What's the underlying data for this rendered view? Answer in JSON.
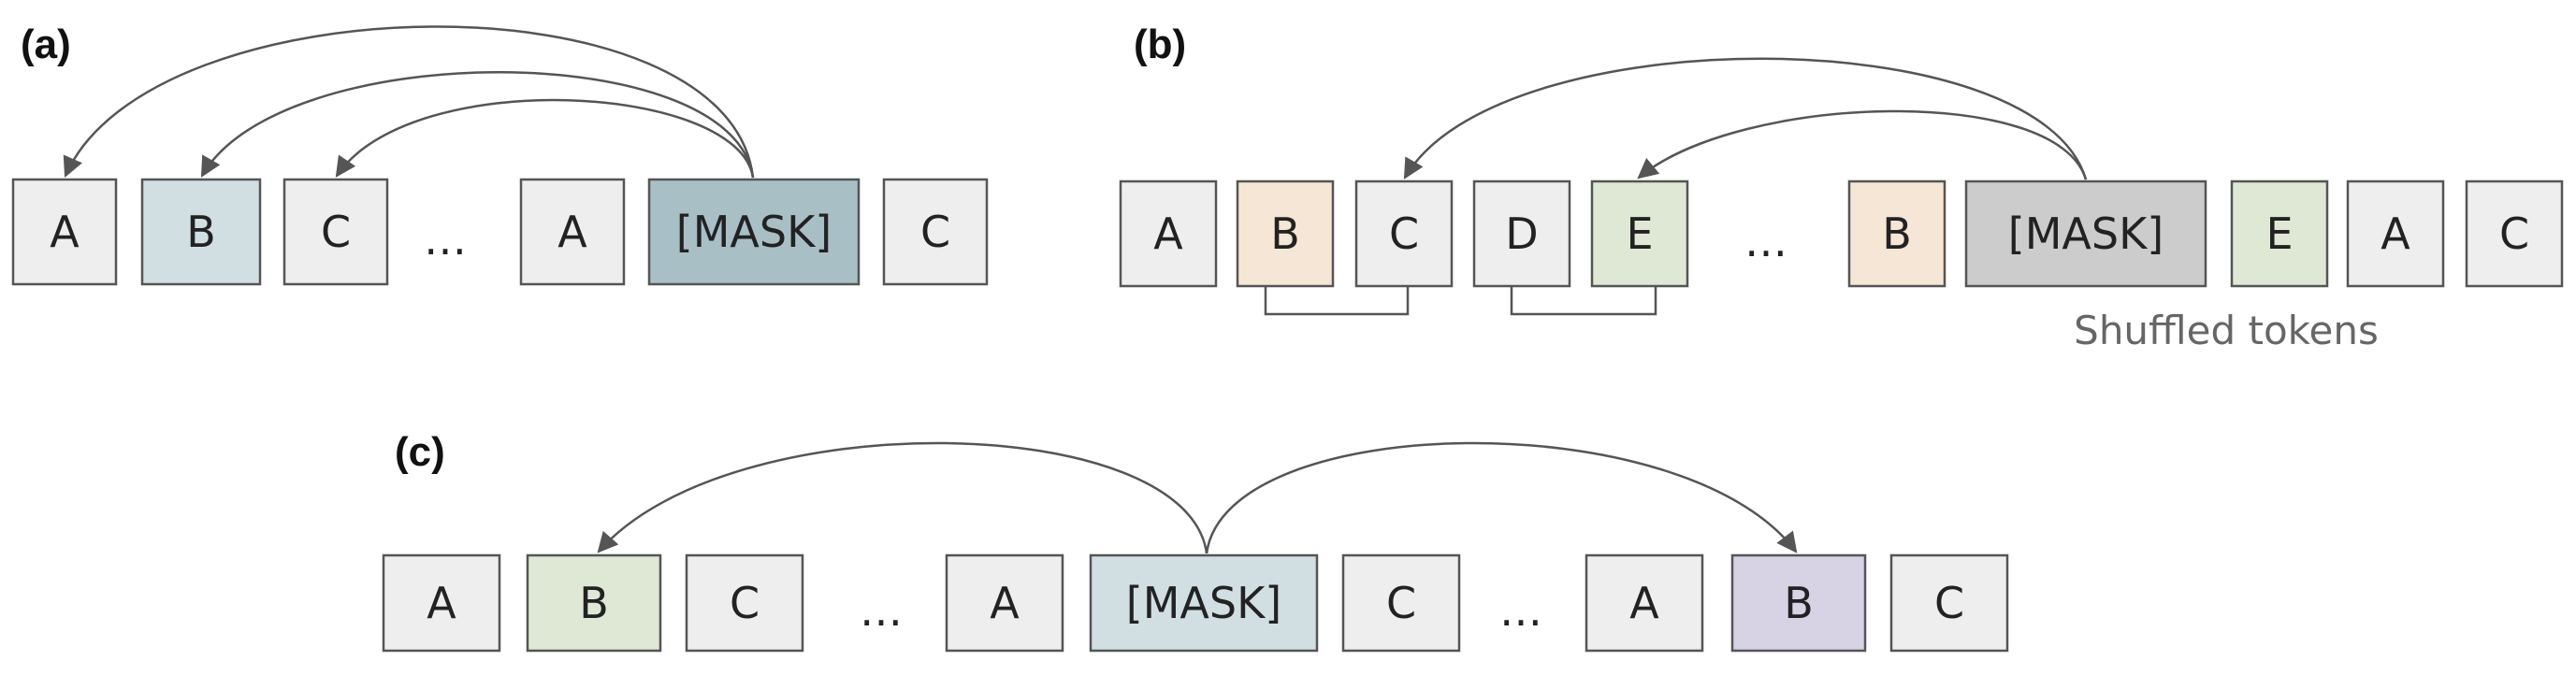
{
  "panel_a": {
    "label": "(a)",
    "tokens": [
      {
        "text": "A",
        "color": "#eeeeee"
      },
      {
        "text": "B",
        "color": "#d1dfe3"
      },
      {
        "text": "C",
        "color": "#eeeeee"
      },
      {
        "text": "…",
        "ellipsis": true
      },
      {
        "text": "A",
        "color": "#eeeeee"
      },
      {
        "text": "[MASK]",
        "color": "#a9bfc6"
      },
      {
        "text": "C",
        "color": "#eeeeee"
      }
    ]
  },
  "panel_b": {
    "label": "(b)",
    "tokens": [
      {
        "text": "A",
        "color": "#eeeeee"
      },
      {
        "text": "B",
        "color": "#f6e6d5"
      },
      {
        "text": "C",
        "color": "#eeeeee"
      },
      {
        "text": "D",
        "color": "#eeeeee"
      },
      {
        "text": "E",
        "color": "#dfe8d5"
      },
      {
        "text": "…",
        "ellipsis": true
      },
      {
        "text": "B",
        "color": "#f6e6d5"
      },
      {
        "text": "[MASK]",
        "color": "#cccccc"
      },
      {
        "text": "E",
        "color": "#dfe8d5"
      },
      {
        "text": "A",
        "color": "#eeeeee"
      },
      {
        "text": "C",
        "color": "#eeeeee"
      }
    ],
    "caption": "Shuffled tokens"
  },
  "panel_c": {
    "label": "(c)",
    "tokens": [
      {
        "text": "A",
        "color": "#eeeeee"
      },
      {
        "text": "B",
        "color": "#dfe8d5"
      },
      {
        "text": "C",
        "color": "#eeeeee"
      },
      {
        "text": "…",
        "ellipsis": true
      },
      {
        "text": "A",
        "color": "#eeeeee"
      },
      {
        "text": "[MASK]",
        "color": "#d1dfe3"
      },
      {
        "text": "C",
        "color": "#eeeeee"
      },
      {
        "text": "…",
        "ellipsis": true
      },
      {
        "text": "A",
        "color": "#eeeeee"
      },
      {
        "text": "B",
        "color": "#d8d2e5"
      },
      {
        "text": "C",
        "color": "#eeeeee"
      }
    ]
  },
  "colors": {
    "stroke": "#555555",
    "text": "#222222",
    "caption": "#666666"
  }
}
